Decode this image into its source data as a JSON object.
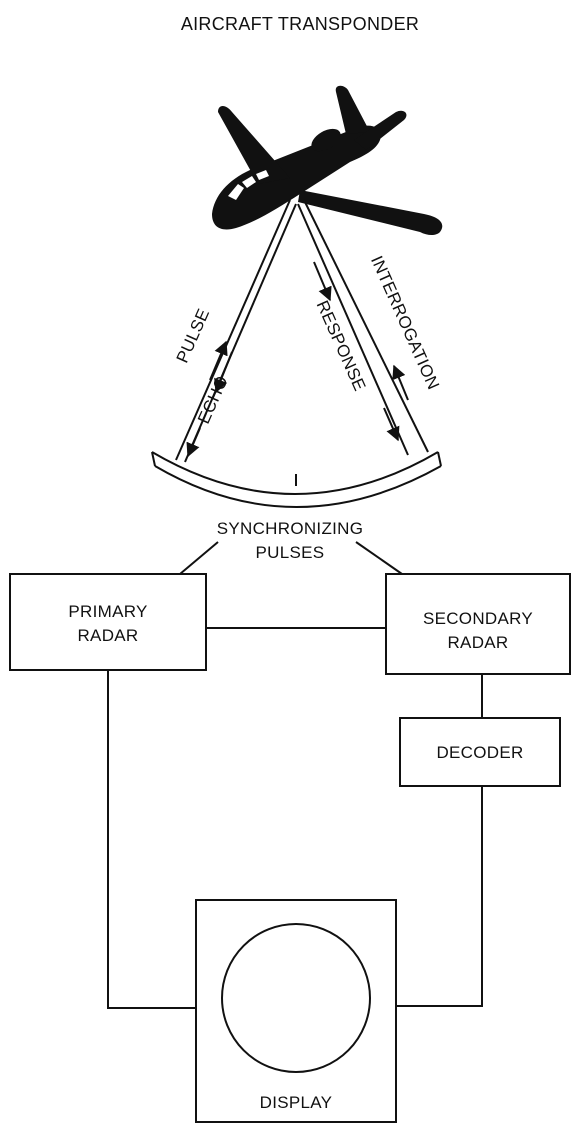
{
  "title": "AIRCRAFT TRANSPONDER",
  "signals": {
    "pulse": "PULSE",
    "echo": "ECHO",
    "response": "RESPONSE",
    "interrogation": "INTERROGATION"
  },
  "sync": {
    "line1": "SYNCHRONIZING",
    "line2": "PULSES"
  },
  "boxes": {
    "primary_line1": "PRIMARY",
    "primary_line2": "RADAR",
    "secondary_line1": "SECONDARY",
    "secondary_line2": "RADAR",
    "decoder": "DECODER",
    "display": "DISPLAY"
  },
  "icons": {
    "aircraft": "aircraft-icon",
    "antenna": "antenna-dish-icon"
  },
  "colors": {
    "ink": "#111111",
    "paper": "#ffffff"
  }
}
